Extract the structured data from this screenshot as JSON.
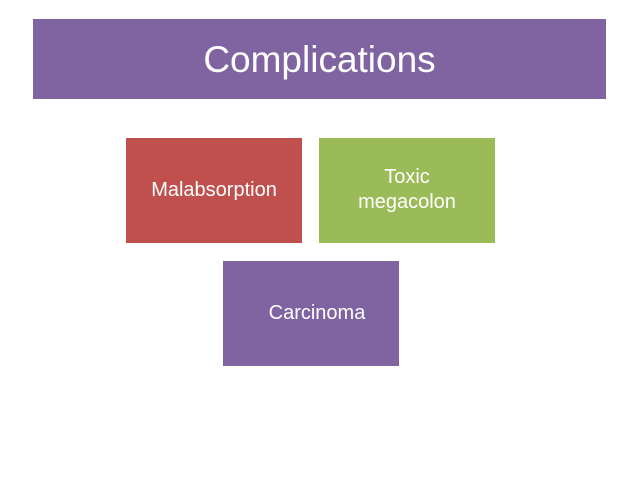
{
  "title": "Complications",
  "diagram": {
    "boxes": [
      {
        "label": "Malabsorption",
        "color": "#c0504d"
      },
      {
        "label": "Toxic\nmegacolon",
        "color": "#9bbb59"
      },
      {
        "label": "Carcinoma",
        "color": "#8064a2"
      }
    ]
  },
  "colors": {
    "title_banner": "#8064a2",
    "text": "#ffffff",
    "background": "#ffffff"
  }
}
